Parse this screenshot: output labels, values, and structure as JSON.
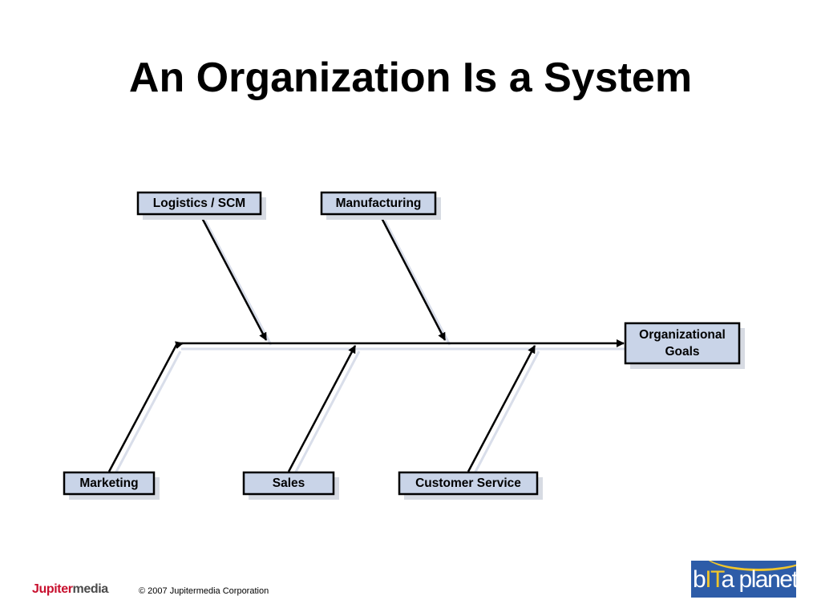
{
  "slide": {
    "title": "An Organization Is a System"
  },
  "diagram": {
    "goal": {
      "line1": "Organizational",
      "line2": "Goals"
    },
    "top_causes": [
      {
        "label": "Logistics / SCM"
      },
      {
        "label": "Manufacturing"
      }
    ],
    "bottom_causes": [
      {
        "label": "Marketing"
      },
      {
        "label": "Sales"
      },
      {
        "label": "Customer Service"
      }
    ],
    "colors": {
      "box_fill": "#c9d4e8",
      "box_border": "#000000",
      "connector": "#000000"
    }
  },
  "footer": {
    "logo": {
      "part1": "Jupiter",
      "part2": "media",
      "mark": "."
    },
    "copyright": "© 2007 Jupitermedia Corporation",
    "badge": {
      "prefix": "b",
      "highlight": "IT",
      "suffix": "a planet"
    }
  }
}
